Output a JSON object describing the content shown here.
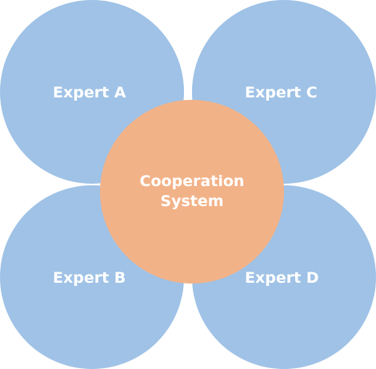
{
  "colors": {
    "expert_fill": "#9fc2e6",
    "center_fill": "#f2b288",
    "text": "#ffffff",
    "background": "#ffffff"
  },
  "experts": [
    {
      "id": "a",
      "label": "Expert A"
    },
    {
      "id": "c",
      "label": "Expert C"
    },
    {
      "id": "b",
      "label": "Expert B"
    },
    {
      "id": "d",
      "label": "Expert D"
    }
  ],
  "center": {
    "line1": "Cooperation",
    "line2": "System"
  }
}
